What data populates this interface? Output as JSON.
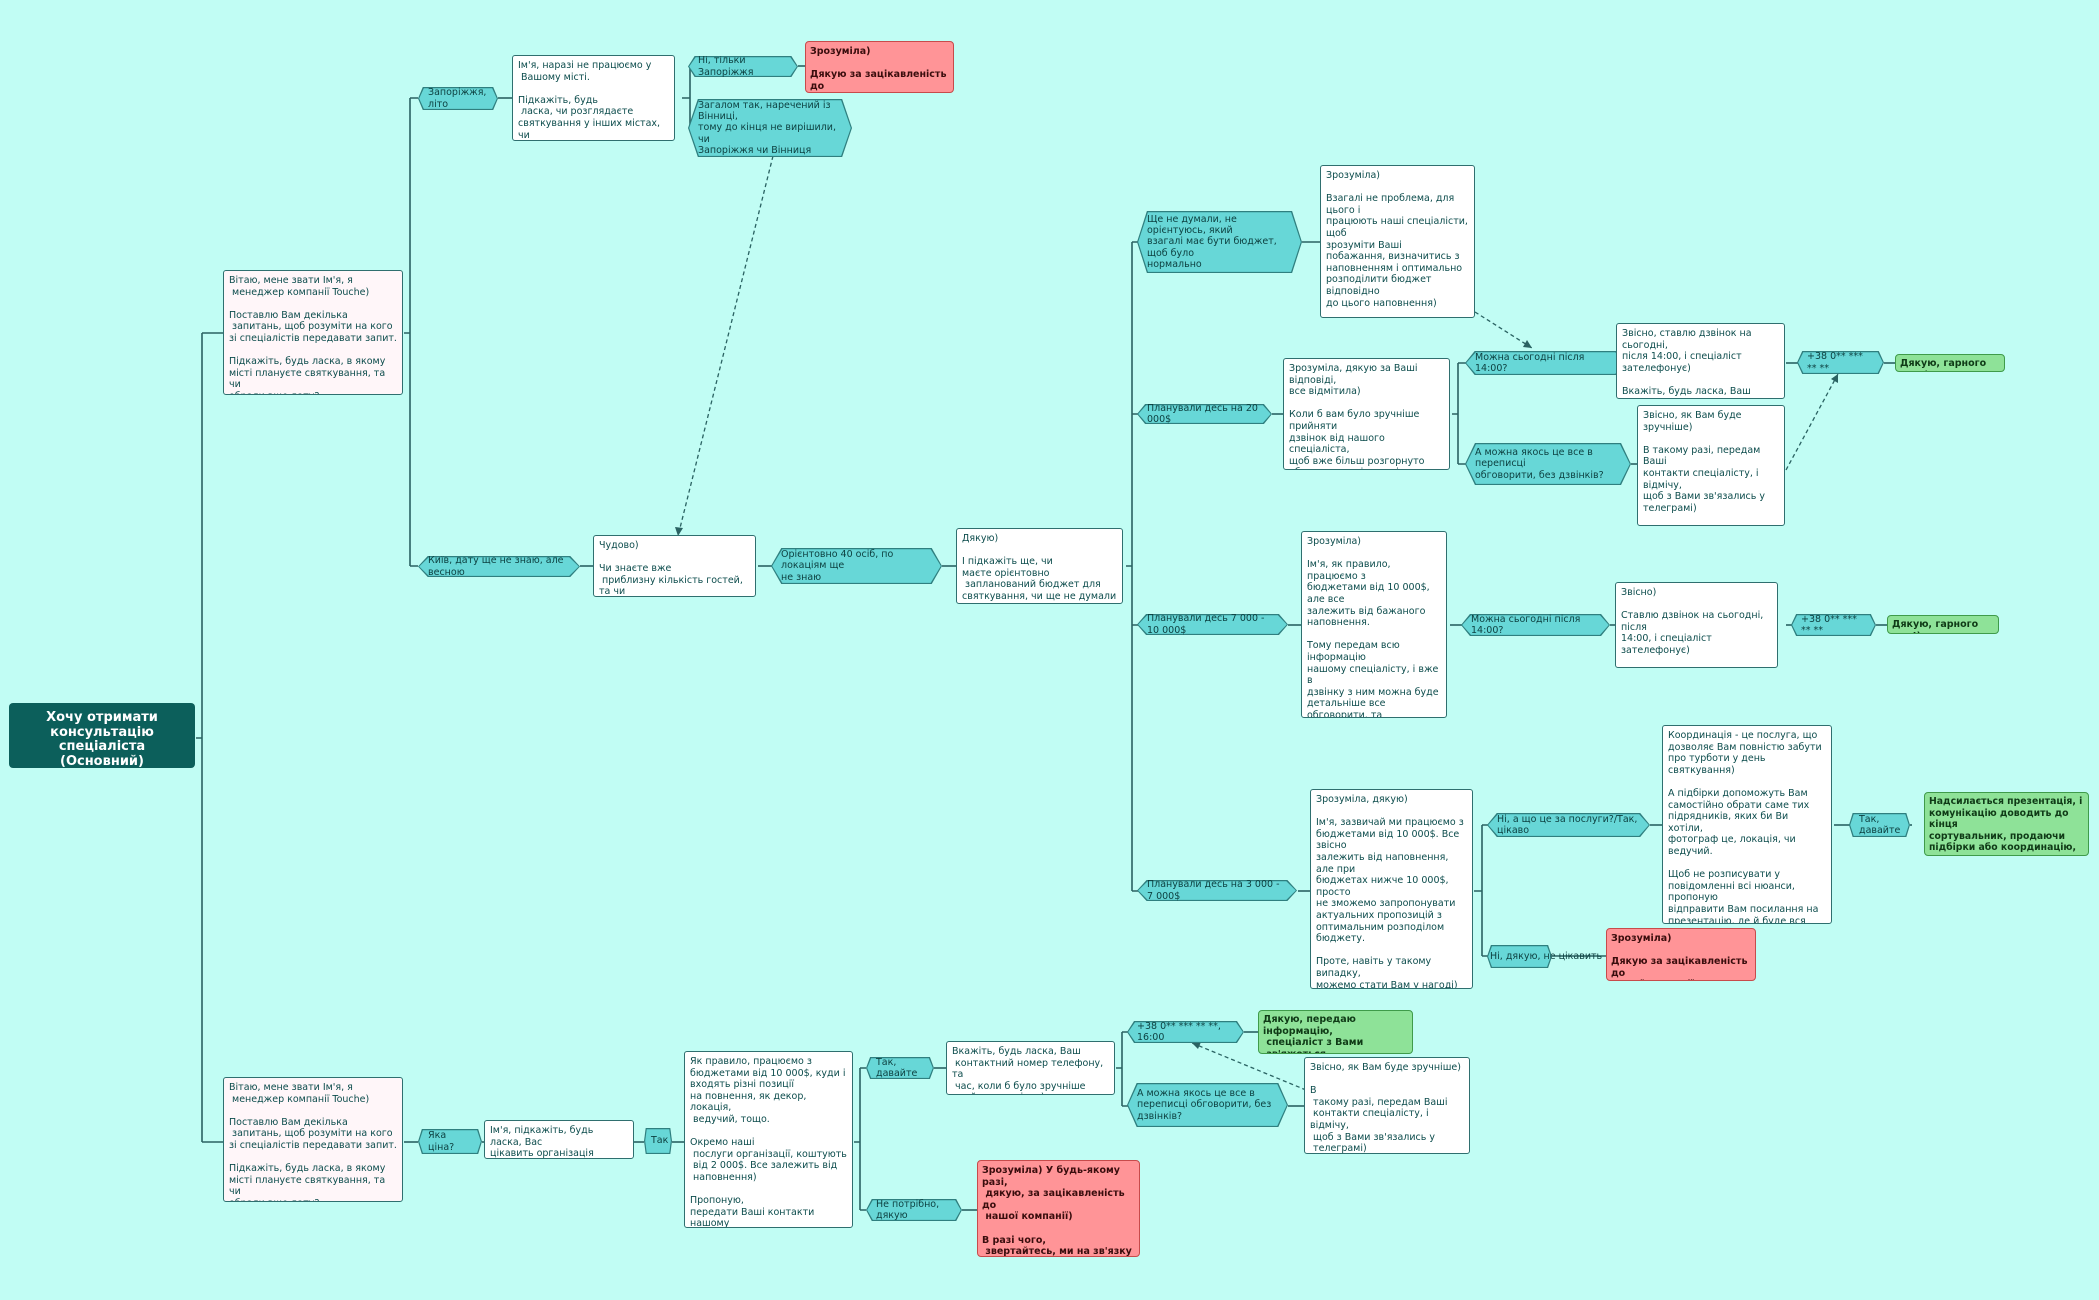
{
  "colors": {
    "background": "#c1fdf4",
    "root": "#0c5f5b",
    "hex_fill": "#67d7d7",
    "alert": "#ff9497",
    "success": "#8ee298",
    "connector": "#2a6262"
  },
  "root": {
    "title": "Хочу отримати\nконсультацію\nспеціаліста\n(Основний)"
  },
  "nodes": {
    "greet1": "Вітаю, мене звати Ім'я, я\n менеджер компанії Touche)\n\nПоставлю Вам декілька\n запитань, щоб розуміти на кого\nзі спеціалістів передавати запит.\n\nПідкажіть, будь ласка, в якому\nмісті плануєте святкування, та чи\nобрали вже дату?",
    "greet2": "Вітаю, мене звати Ім'я, я\n менеджер компанії Touche)\n\nПоставлю Вам декілька\n запитань, щоб розуміти на кого\nзі спеціалістів передавати запит.\n\nПідкажіть, будь ласка, в якому\nмісті плануєте святкування, та чи\nобрали вже дату?",
    "zap": "Запоріжжя, літо",
    "zap_reply": "Ім'я, наразі не працюємо у\n Вашому місті.\n\nПідкажіть, будь\n ласка, чи розглядаєте\nсвяткування у інших містах, чи\nплануєте виключно у Запоріжжі?",
    "only_zap": "Ні, тільки Запоріжжя",
    "alert_zap": "Зрозуміла)\n\nДякую за зацікавленість до\nнашої компанії, гарного дня)",
    "zap_vin": "Загалом так, наречений із Вінниці,\nтому до кінця не вирішили, чи\nЗапоріжжя чи Вінниця",
    "kyiv": "Київ, дату ще не знаю, але весною",
    "great": "Чудово)\n\nЧи знаєте вже\n приблизну кількість гостей, та чи\nрозглядали варіанти локацій?",
    "guests40": "Орієнтовно 40 осіб, по локаціям ще\nне знаю",
    "thanks_budget": "Дякую)\n\nІ підкажіть ще, чи\nмаєте орієнтовно\n запланований бюджет для\nсвяткування, чи ще не думали\nнад цим питанням?",
    "b_none": "Ще не думали, не орієнтуюсь, який\nвзагалі має бути бюджет, щоб було\nнормально",
    "b_none_reply": "Зрозуміла)\n\nВзагалі не проблема, для цього і\nпрацюють наші спеціалісти, щоб\nзрозуміти Ваші\nпобажання, визначитись з\nнаповненням і оптимально\nрозподілити бюджет відповідно\nдо цього наповнення)\n\nЯ передам інформацію, коли б\nВам було зручніше прийняти\nдзвінок від спеціаліста?",
    "b20": "Планували десь на 20 000$",
    "b20_reply": "Зрозуміла, дякую за Ваші відповіді,\nвсе відмітила)\n\nКоли б вам було зручніше прийняти\nдзвінок від нашого спеціаліста,\nщоб вже більш розгорнуто\nобговорити всі деталі у плануванні\nВашого свята та визначитись із\nйого наповненням?)",
    "today14_a": "Можна сьогодні після 14:00?",
    "sure14_a": "Звісно, ставлю дзвінок на сьогодні,\nпісля 14:00, і спеціаліст\nзателефонує)\n\nВкажіть, будь ласка, Ваш\nконтактний номер телефону.",
    "phone_a": "+38 0** *** ** **",
    "bye_a": "Дякую, гарного дня!)",
    "no_call_a": "А можна якось це все в переписці\nобговорити, без дзвінків?",
    "no_call_a_reply": "Звісно, як Вам буде зручніше)\n\nВ такому разі, передам Ваші\nконтакти спеціалісту, і відмічу,\nщоб з Вами зв'язались у\nтелеграмі)\n\nВкажіть, будь ласка,\nномер, за яким Вас можна\nзнайти в телеграмі)",
    "b7_10": "Планували десь 7 000 - 10 000$",
    "b7_10_reply": "Зрозуміла)\n\nІм'я, як правило, працюємо з\nбюджетами від 10 000$, але все\nзалежить від бажаного\nнаповнення.\n\nТому передам всю інформацію\nнашому спеціалісту, і вже в\nдзвінку з ним можна буде\nдетальніше все обговорити, та\nвизначитись із бажаним\nнаповненням.\n\nКоли б Вам було\nзручніше прийняти дзвінок?",
    "today14_b": "Можна сьогодні після 14:00?",
    "sure14_b": "Звісно)\n\nСтавлю дзвінок на сьогодні, після\n14:00, і спеціаліст зателефонує)\n\nВкажіть, будь ласка, Ваш\nконтактний номер телефону.",
    "phone_b": "+38 0** *** ** **",
    "bye_b": "Дякую, гарного дня!)",
    "b3_7": "Планували десь на 3 000 - 7 000$",
    "b3_7_reply": "Зрозуміла, дякую)\n\nІм'я, зазвичай ми працюємо з\nбюджетами від 10 000$. Все звісно\nзалежить від наповнення, але при\nбюджетах нижче 10 000$, просто\nне зможемо запропонувати\nактуальних пропозицій з\nоптимальним розподілом\nбюджету.\n\nПроте, навіть у такому випадку,\nможемо стати Вам у нагоді) Чи\nцікавились послугами координації\nу день свята, або ж\nіндивідуальними підбірками\nпідрядників?",
    "what_services": "Ні, а що це за послуги?/Так, цікаво",
    "services_reply": "Координація - це послуга, що\nдозволяє Вам повністю забути\nпро турботи у день святкування)\n\nА підбірки допоможуть Вам\nсамостійно обрати саме тих\nпідрядників, яких би Ви хотіли,\nфотограф це, локація, чи\nведучий.\n\nЩоб не розписувати у\nповідомленні всі нюанси, пропоную\nвідправити Вам посилання на\nпрезентацію, де й буде вся\nінформація про наших\nкоординаторів, та підбірки\nпідрядників)",
    "yes_lets": "Так, давайте",
    "presentation": "Надсилається презентація, і\nкомунікацію доводить до кінця\nсортувальник, продаючи\nпідбірки або координацію, якщо\nлюдину це зацікавило.",
    "no_thanks": "Ні, дякую, не цікавить",
    "alert_b3": "Зрозуміла)\n\nДякую за зацікавленість до\nнашої компанії, гарного дня!)",
    "price_q": "Яка ціна?",
    "price_reply": "Ім'я, підкажіть, будь ласка, Вас\nцікавить організація весілля під\nключ, вірно?",
    "yes": "Так",
    "price_info": "Як правило, працюємо з\nбюджетами від 10 000$, куди і\nвходять різні позиції\nна повнення, як декор, локація,\n ведучий, тощо.\n\nОкремо наші\n послуги організації, коштують\n від 2 000$. Все залежить від\n наповнення)\n\nПропоную,\nпередати Ваші контакти нашому\n спеціалісту, з яким Ви зможете\nвже детально дізнатись про\n різні варіанти та можливості та\nваріанти наповнення, що\n скажете?)",
    "yes_lets2": "Так, давайте",
    "phone_ask": "Вкажіть, будь ласка, Ваш\n контактний номер телефону, та\n час, коли б було зручніше\nприйняти дзвінок)",
    "phone_time": "+38 0** *** ** **,  16:00",
    "ok_pass": "Дякую, передаю інформацію,\n спеціаліст з Вами\n зв'яжеться,\nгарного дня!)",
    "no_call_c": "А можна якось це все в\nпереписці обговорити, без\nдзвінків?",
    "no_call_c_reply": "Звісно, як Вам буде зручніше)\n\nВ\n такому разі, передам Ваші\n контакти спеціалісту, і відмічу,\n щоб з Вами зв'язались у\n телеграмі)\n\nВкажіть, будь ласка,\nномер за яким Вас можна\n знайти в телеграмі)",
    "not_needed": "Не потрібно, дякую",
    "alert_price": "Зрозуміла) У будь-якому разі,\n дякую, за зацікавленість до\n нашої компанії)\n\nВ разі чого,\n звертайтесь, ми на зв'язку і\n будемо раді Вам допомогти в\n організації Вашого\nнезабутнього\nсвята)"
  }
}
